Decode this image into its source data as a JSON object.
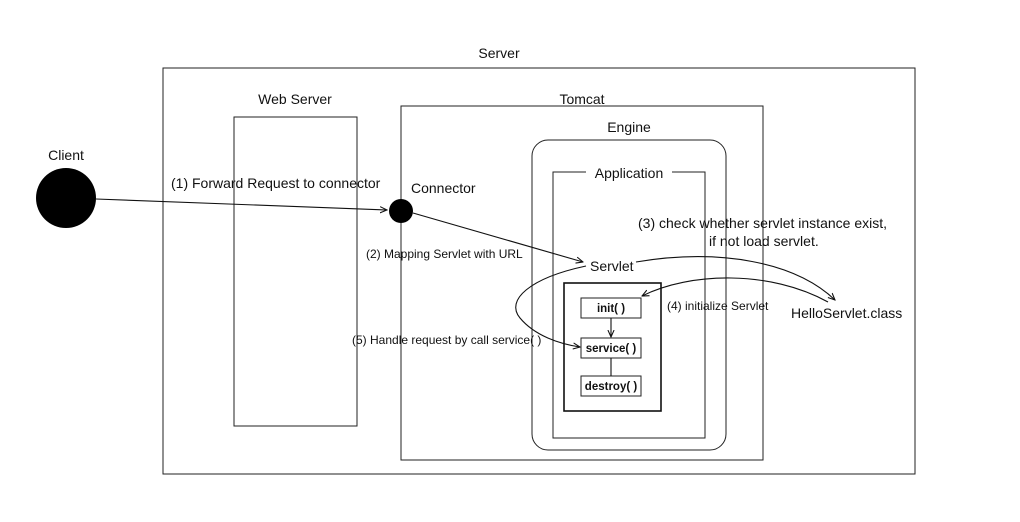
{
  "server": {
    "label": "Server"
  },
  "web_server": {
    "label": "Web Server"
  },
  "tomcat": {
    "label": "Tomcat"
  },
  "engine": {
    "label": "Engine"
  },
  "application": {
    "label": "Application"
  },
  "client": {
    "label": "Client"
  },
  "connector": {
    "label": "Connector"
  },
  "servlet": {
    "label": "Servlet"
  },
  "hello_servlet": {
    "label": "HelloServlet.class"
  },
  "lifecycle": {
    "init": "init( )",
    "service": "service( )",
    "destroy": "destroy( )"
  },
  "steps": {
    "forward": "(1) Forward Request to connector",
    "mapping": "(2) Mapping Servlet with URL",
    "check_line1": "(3) check  whether servlet instance exist,",
    "check_line2": "if not load servlet.",
    "initialize": "(4) initialize Servlet",
    "handle": "(5) Handle request by call service( )"
  }
}
